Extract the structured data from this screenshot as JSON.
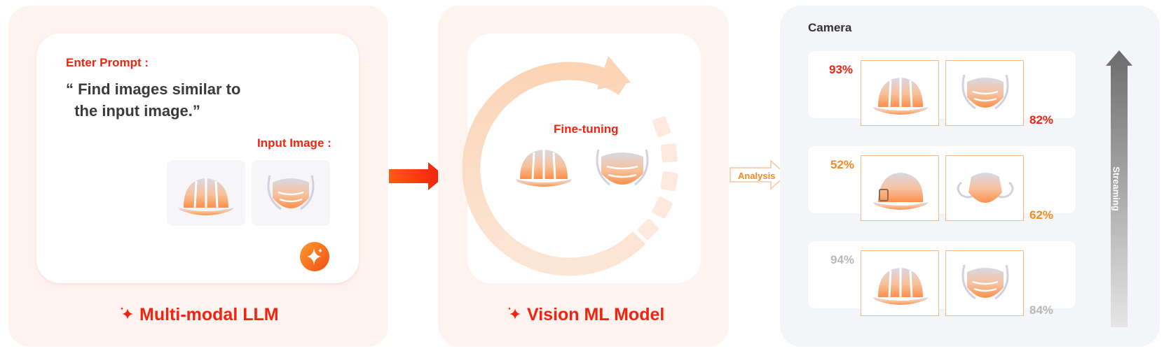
{
  "panels": {
    "llm": {
      "title": "Multi-modal LLM",
      "prompt_label": "Enter Prompt :",
      "prompt_text": "“ Find images similar to\n  the input image.”",
      "input_label": "Input Image :"
    },
    "vision": {
      "title": "Vision ML Model",
      "center_label": "Fine-tuning"
    },
    "camera": {
      "title": "Camera",
      "rows": [
        {
          "left_pct": "93%",
          "right_pct": "82%"
        },
        {
          "left_pct": "52%",
          "right_pct": "62%"
        },
        {
          "left_pct": "94%",
          "right_pct": "84%"
        }
      ],
      "streaming_label": "Streaming"
    }
  },
  "arrow_label": "Analysis",
  "icons": [
    "sparkle-icon",
    "helmet-icon",
    "mask-icon",
    "circular-arrow-icon",
    "arrow-right-icon",
    "arrow-up-icon"
  ],
  "colors": {
    "accent": "#f0240f",
    "orange": "#f58a1e",
    "muted": "#b9b9b9"
  }
}
